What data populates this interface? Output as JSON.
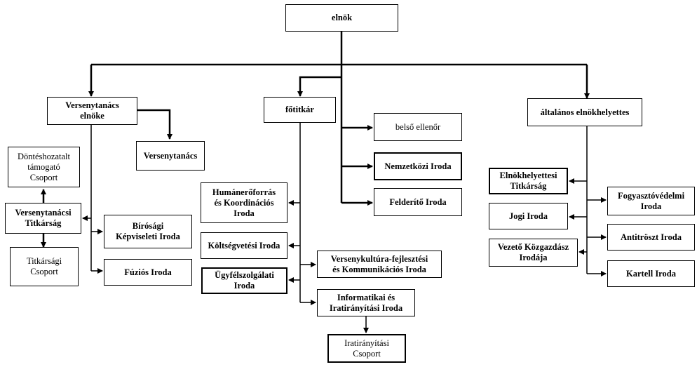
{
  "nodes": {
    "elnok": "elnök",
    "versenytanacs_elnoke": "Versenytanács\nelnöke",
    "fotitkar": "főtitkár",
    "altalanos_elnokhelyettes": "általános elnökhelyettes",
    "versenytanacs": "Versenytanács",
    "donteshozatalt": "Döntéshozatalt\ntámogató\nCsoport",
    "versenytanacsi_titkarsag": "Versenytanácsi\nTitkárság",
    "titkarsagi_csoport": "Titkársági\nCsoport",
    "birosagi": "Bírósági\nKépviseleti Iroda",
    "fuzios": "Fúziós Iroda",
    "belso_ellenor": "belső ellenőr",
    "nemzetkozi": "Nemzetközi Iroda",
    "felderito": "Felderítő Iroda",
    "humaneroforras": "Humánerőforrás\nés Koordinációs\nIroda",
    "koltsegvetesi": "Költségvetési Iroda",
    "ugyfelszolgalati": "Ügyfélszolgálati\nIroda",
    "versenykultura": "Versenykultúra-fejlesztési\nés Kommunikációs Iroda",
    "informatikai": "Informatikai és\nIratirányítási Iroda",
    "iratiranyitasi": "Iratirányítási\nCsoport",
    "elnokhelyettesi": "Elnökhelyettesi\nTitkárság",
    "jogi": "Jogi Iroda",
    "vezeto_kozgazdasz": "Vezető Közgazdász\nIrodája",
    "fogyasztovedelmi": "Fogyasztóvédelmi\nIroda",
    "antitroszt": "Antitröszt Iroda",
    "kartell": "Kartell Iroda"
  }
}
